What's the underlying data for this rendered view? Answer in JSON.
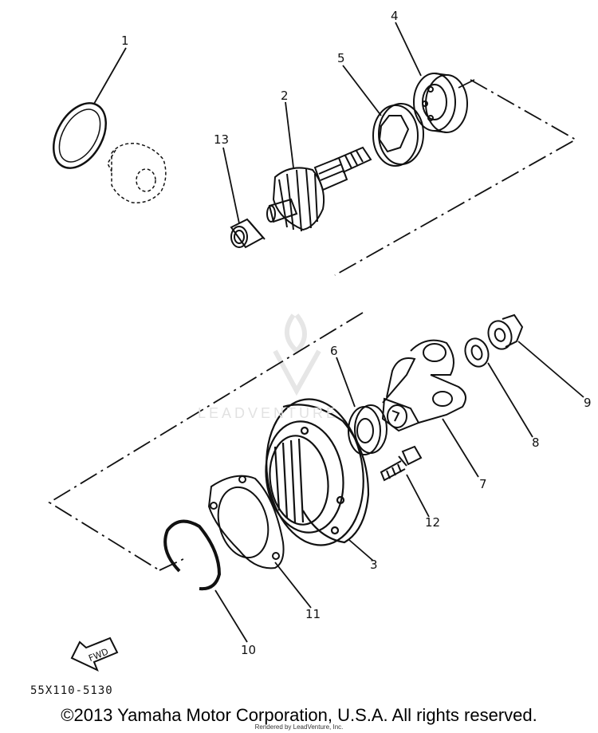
{
  "diagram": {
    "callouts": [
      {
        "id": "1",
        "label": "1"
      },
      {
        "id": "2",
        "label": "2"
      },
      {
        "id": "3",
        "label": "3"
      },
      {
        "id": "4",
        "label": "4"
      },
      {
        "id": "5",
        "label": "5"
      },
      {
        "id": "6",
        "label": "6"
      },
      {
        "id": "7",
        "label": "7"
      },
      {
        "id": "8",
        "label": "8"
      },
      {
        "id": "9",
        "label": "9"
      },
      {
        "id": "10",
        "label": "10"
      },
      {
        "id": "11",
        "label": "11"
      },
      {
        "id": "12",
        "label": "12"
      },
      {
        "id": "13",
        "label": "13"
      }
    ],
    "fwd_label": "FWD",
    "part_ref": "55X110-5130",
    "watermark": "LEADVENTURE"
  },
  "footer": {
    "copyright": "©2013 Yamaha Motor Corporation, U.S.A. All rights reserved.",
    "rendered_by": "Rendered by LeadVenture, Inc."
  }
}
